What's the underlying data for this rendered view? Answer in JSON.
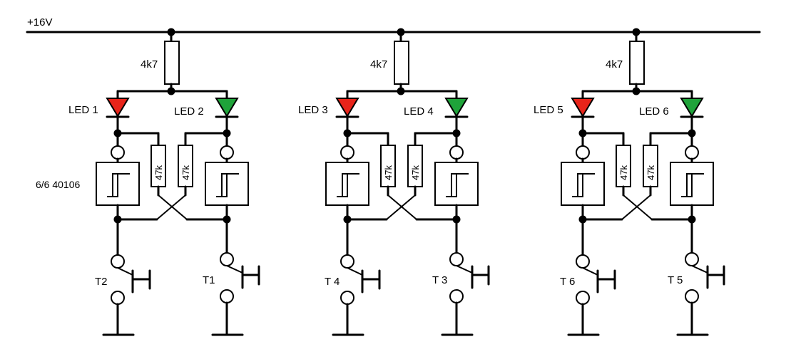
{
  "rail": {
    "label": "+16V"
  },
  "ic_label": "6/6 40106",
  "colors": {
    "led_red": "#e8241a",
    "led_green": "#1fa33a",
    "wire": "#000000"
  },
  "cells": [
    {
      "pullup": "4k7",
      "led_left": "LED 1",
      "led_right": "LED 2",
      "r_left": "47k",
      "r_right": "47k",
      "t_left": "T2",
      "t_right": "T1"
    },
    {
      "pullup": "4k7",
      "led_left": "LED  3",
      "led_right": "LED 4",
      "r_left": "47k",
      "r_right": "47k",
      "t_left": "T 4",
      "t_right": "T 3"
    },
    {
      "pullup": "4k7",
      "led_left": "LED  5",
      "led_right": "LED 6",
      "r_left": "47k",
      "r_right": "47k",
      "t_left": "T 6",
      "t_right": "T 5"
    }
  ]
}
